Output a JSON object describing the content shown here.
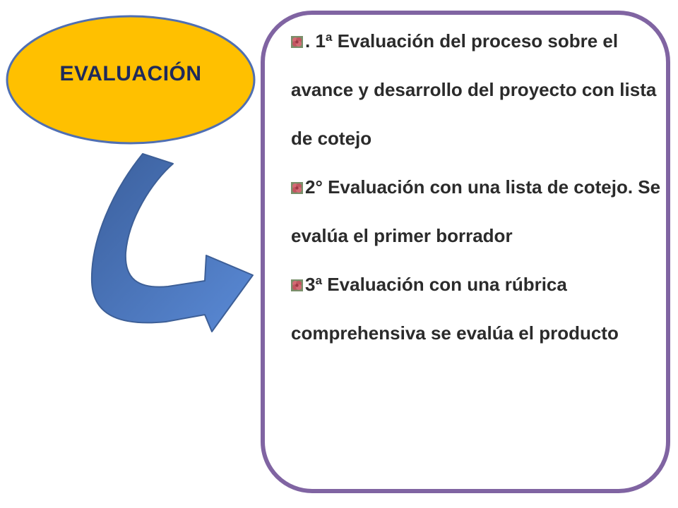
{
  "title": "EVALUACIÓN",
  "items": [
    ". 1ª Evaluación del proceso sobre el  avance y desarrollo del proyecto con lista de cotejo",
    "2° Evaluación con una lista de cotejo. Se evalúa el primer borrador",
    "3ª Evaluación con una rúbrica comprehensiva se evalúa el producto"
  ],
  "bullet_icon": "flower-bullet-icon",
  "colors": {
    "oval_fill": "#ffc000",
    "oval_stroke": "#4f6fb3",
    "title_text": "#1f2a5a",
    "arrow_fill": "#4a78c4",
    "box_border": "#8064a2",
    "body_text": "#2b2b2b"
  }
}
